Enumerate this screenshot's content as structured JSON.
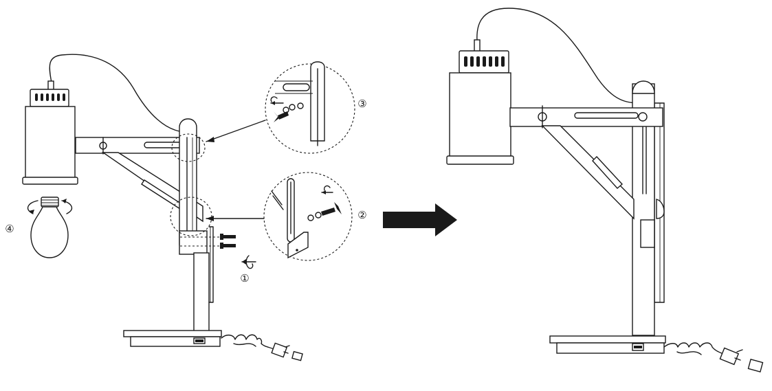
{
  "steps": {
    "step_1": "①",
    "step_2": "②",
    "step_3": "③",
    "step_4": "④"
  },
  "icons": {
    "direction_arrow": "arrow-right-icon",
    "rotate_arrows": "rotate-icon"
  },
  "colors": {
    "line": "#1a1a1a",
    "background": "#ffffff"
  }
}
